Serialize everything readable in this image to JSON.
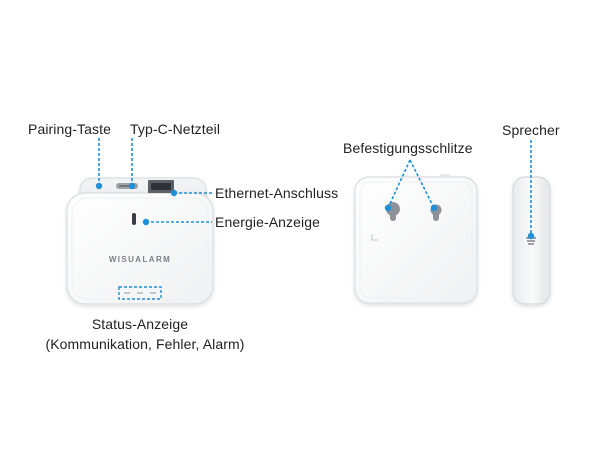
{
  "labels": {
    "pairing": "Pairing-Taste",
    "usbc": "Typ-C-Netzteil",
    "ethernet": "Ethernet-Anschluss",
    "energy": "Energie-Anzeige",
    "status_line1": "Status-Anzeige",
    "status_line2": "(Kommunikation, Fehler, Alarm)",
    "mounting": "Befestigungsschlitze",
    "speaker": "Sprecher"
  },
  "device": {
    "brand": "WISUALARM"
  },
  "colors": {
    "accent": "#1f8fd6",
    "body": "#f6f7f8",
    "edge": "#dcdfe2"
  }
}
